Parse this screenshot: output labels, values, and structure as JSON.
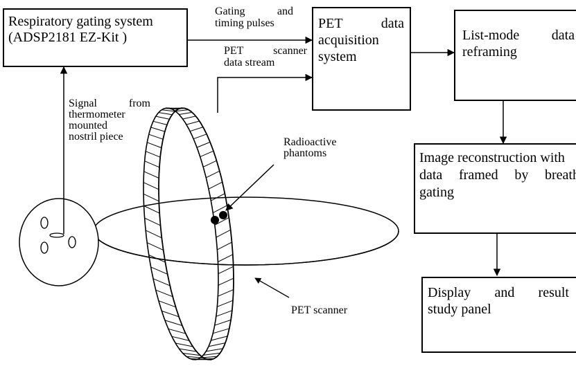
{
  "boxes": {
    "gating": {
      "line1": "Respiratory gating system",
      "line2": "(ADSP2181 EZ-Kit )"
    },
    "pet_acq": {
      "line1a": "PET",
      "line1b": "data",
      "line2": "acquisition",
      "line3": "system"
    },
    "listmode": {
      "line1a": "List-mode",
      "line1b": "data",
      "line2": "reframing"
    },
    "recon": {
      "line1": "Image reconstruction with",
      "line2a": "data",
      "line2b": "framed",
      "line2c": "by",
      "line2d": "breath",
      "line3": "gating"
    },
    "display": {
      "line1a": "Display",
      "line1b": "and",
      "line1c": "result",
      "line2": "study panel"
    }
  },
  "labels": {
    "gating_pulses": {
      "line1a": "Gating",
      "line1b": "and",
      "line2": "timing pulses"
    },
    "data_stream": {
      "line1a": "PET",
      "line1b": "scanner",
      "line2": "data stream"
    },
    "signal": {
      "line1a": "Signal",
      "line1b": "from",
      "line2": "thermometer",
      "line3": "mounted",
      "line4": "nostril piece"
    },
    "phantoms": {
      "line1": "Radioactive",
      "line2": "phantoms"
    },
    "scanner": "PET scanner"
  }
}
